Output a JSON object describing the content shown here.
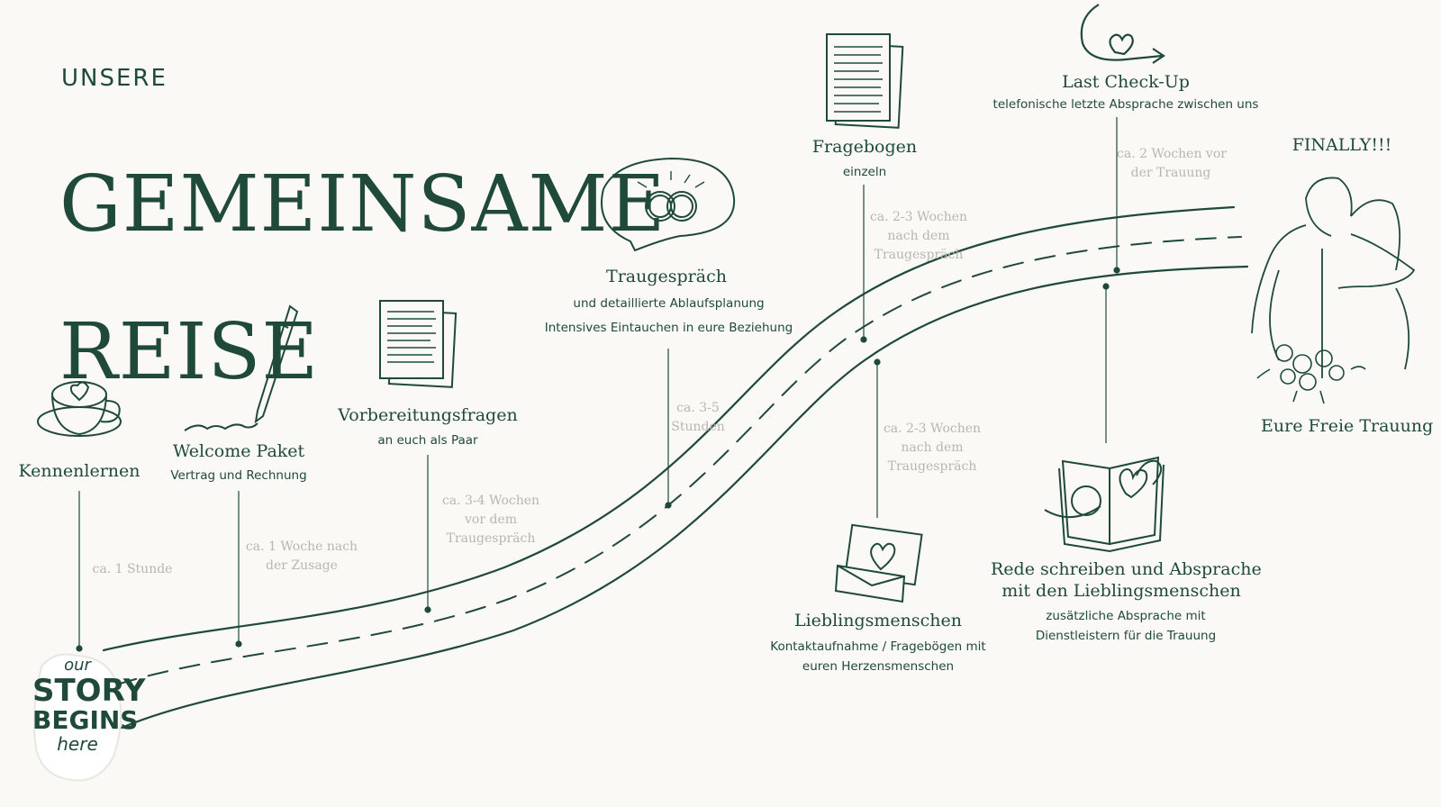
{
  "title": {
    "small": "UNSERE",
    "big_line1": "GEMEINSAME",
    "big_line2": "REISE"
  },
  "badge": {
    "line1": "our",
    "line2": "STORY",
    "line3": "BEGINS",
    "line4": "here"
  },
  "steps": [
    {
      "label": "Kennenlernen",
      "subtitle": "",
      "duration": [
        "ca. 1  Stunde"
      ],
      "icon": "coffee-cup-icon"
    },
    {
      "label": "Welcome Paket",
      "subtitle": "Vertrag und Rechnung",
      "duration": [
        "ca. 1 Woche nach",
        "der Zusage"
      ],
      "icon": "pen-icon"
    },
    {
      "label": "Vorbereitungsfragen",
      "subtitle": "an euch als Paar",
      "duration": [
        "ca. 3-4 Wochen",
        "vor dem",
        "Traugespräch"
      ],
      "icon": "documents-icon"
    },
    {
      "label": "Traugespräch",
      "subtitle": [
        "und detaillierte Ablaufsplanung",
        "Intensives Eintauchen in eure Beziehung"
      ],
      "duration": [
        "ca. 3-5",
        "Stunden"
      ],
      "icon": "rings-speech-bubble-icon"
    },
    {
      "label": "Fragebogen",
      "subtitle": "einzeln",
      "duration": [
        "ca. 2-3 Wochen",
        "nach dem",
        "Traugespräch"
      ],
      "icon": "documents-icon"
    },
    {
      "label": "Lieblingsmenschen",
      "subtitle": [
        "Kontaktaufnahme / Fragebögen mit",
        "euren Herzensmenschen"
      ],
      "duration": [
        "ca. 2-3 Wochen",
        "nach dem",
        "Traugespräch"
      ],
      "icon": "heart-envelope-icon"
    },
    {
      "label": "Last Check-Up",
      "subtitle": "telefonische letzte Absprache zwischen uns",
      "duration": [
        "ca. 2 Wochen vor",
        "der Trauung"
      ],
      "icon": "heart-arrow-icon"
    },
    {
      "label": [
        "Rede schreiben und Absprache",
        "mit den Lieblingsmenschen"
      ],
      "subtitle": [
        "zusätzliche Absprache mit",
        "Dienstleistern für die Trauung"
      ],
      "duration": [],
      "icon": "book-hearts-icon"
    },
    {
      "label": "Eure Freie Trauung",
      "subtitle": "",
      "duration": [],
      "icon": "couple-illustration-icon"
    }
  ],
  "finale": "FINALLY!!!",
  "colors": {
    "ink": "#1f4a3a",
    "muted": "#b9b6ae",
    "background": "#faf9f6"
  }
}
